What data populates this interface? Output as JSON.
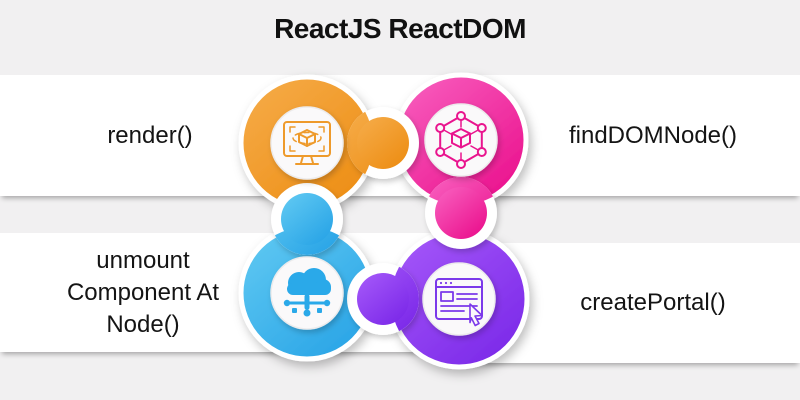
{
  "background_color": "#F1F0F1",
  "card_color": "#FFFFFF",
  "title": {
    "text": "ReactJS ReactDOM",
    "color": "#111111"
  },
  "label_color": "#141414",
  "items": [
    {
      "label": "render()",
      "icon": "monitor-3d-cube-icon",
      "gradient_from": "#F6AD4B",
      "gradient_to": "#ED8D13",
      "icon_color": "#EE9A2B",
      "position": "top-left"
    },
    {
      "label": "findDOMNode()",
      "icon": "network-cube-icon",
      "gradient_from": "#F963C1",
      "gradient_to": "#EA0F8C",
      "icon_color": "#E9148E",
      "position": "top-right"
    },
    {
      "label": "unmount\nComponent At\nNode()",
      "icon": "cloud-network-icon",
      "gradient_from": "#63CBF3",
      "gradient_to": "#27A3E6",
      "icon_color": "#2AA9E9",
      "position": "bottom-left"
    },
    {
      "label": "createPortal()",
      "icon": "browser-cursor-icon",
      "gradient_from": "#A75BFA",
      "gradient_to": "#7A27E8",
      "icon_color": "#7B39EA",
      "position": "bottom-right"
    }
  ]
}
